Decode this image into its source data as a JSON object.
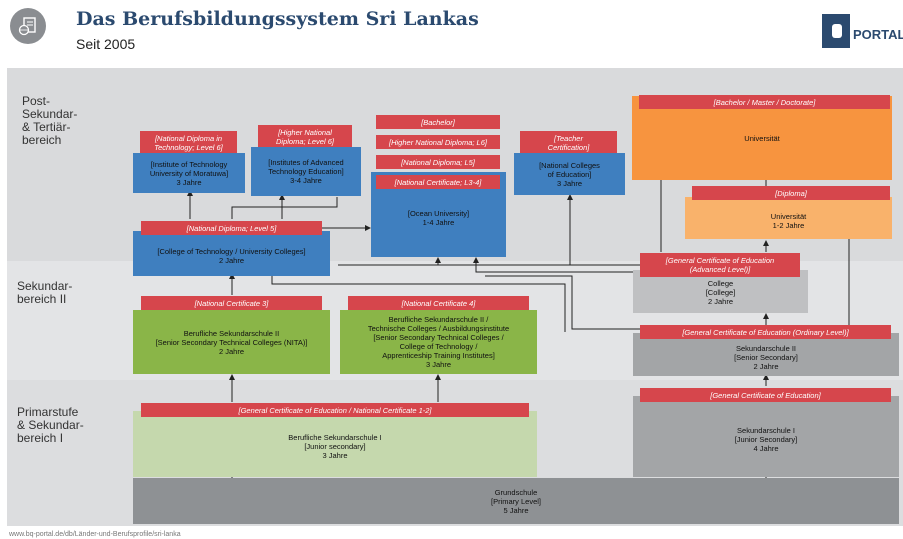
{
  "header": {
    "title": "Das Berufsbildungssystem Sri Lankas",
    "subtitle": "Seit 2005",
    "logo_text": "PORTAL",
    "icon": "book-globe-icon"
  },
  "bands": {
    "tertiary": "Post-\nSekundar-\n& Tertiär-\nbereich",
    "secondary2": "Sekundar-\nbereich II",
    "primary": "Primarstufe\n& Sekundar-\nbereich I"
  },
  "boxes": {
    "itum_q": "[National Diploma in\nTechnology; Level 6]",
    "itum": "[Institute of Technology\nUniversity of Moratuwa]\n3 Jahre",
    "ate_q": "[Higher National\nDiploma; Level 6]",
    "ate": "[Institutes of Advanced\nTechnology Education]\n3-4 Jahre",
    "bachelor_q": "[Bachelor]",
    "hnd_q": "[Higher National Diploma; L6]",
    "nd5_q": "[National Diploma; L5]",
    "nc34_q": "[National Certificate; L3-4]",
    "ocean": "[Ocean University]\n1-4 Jahre",
    "teacher_q": "[Teacher\nCertification]",
    "nce": "[National Colleges\nof Education]\n3 Jahre",
    "bmd_q": "[Bachelor / Master / Doctorate]",
    "uni": "Universität",
    "diploma_q": "[Diploma]",
    "uni2": "Universität\n1-2 Jahre",
    "ndl5_q": "[National Diploma; Level 5]",
    "cot": "[College of Technology / University Colleges]\n2 Jahre",
    "gcea_q": "[General Certificate of Education\n(Advanced Level)]",
    "college": "College\n[College]\n2 Jahre",
    "nc3_q": "[National Certificate 3]",
    "bss2": "Berufliche Sekundarschule II\n[Senior Secondary Technical Colleges (NITA)]\n2 Jahre",
    "nc4_q": "[National Certificate 4]",
    "bss2b": "Berufliche Sekundarschule II /\nTechnische Colleges / Ausbildungsinstitute\n[Senior Secondary Technical Colleges /\nCollege of Technology /\nApprenticeship Training Institutes]\n3 Jahre",
    "gceo_q": "[General Certificate of Education (Ordinary Level)]",
    "ss2": "Sekundarschule II\n[Senior Secondary]\n2 Jahre",
    "gcenc_q": "[General Certificate of Education / National Certificate 1-2]",
    "bss1": "Berufliche Sekundarschule I\n[Junior secondary]\n3 Jahre",
    "gce_q": "[General Certificate of Education]",
    "ss1": "Sekundarschule I\n[Junior Secondary]\n4 Jahre",
    "grund": "Grundschule\n[Primary Level]\n5 Jahre"
  },
  "footer": "www.bq-portal.de/db/Länder-und-Berufsprofile/sri-lanka",
  "colors": {
    "blue": "#3f7fbf",
    "green": "#8ab548",
    "light_green": "#c5d8ad",
    "grey": "#8e9194",
    "orange": "#f7943f",
    "red": "#d6464c",
    "band_top": "#d9dadc",
    "band_mid": "#e3e4e6",
    "band_bottom": "#dcdddf"
  }
}
